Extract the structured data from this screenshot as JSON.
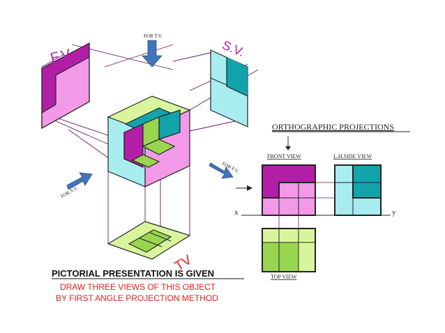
{
  "pictorial": {
    "label_fv": "F.V.",
    "label_sv": "S.V.",
    "label_tv": "TV",
    "arrow_for_tv": "FOR T.V.",
    "arrow_for_sv": "FOR S.V.",
    "arrow_for_fv": "FOR F.V."
  },
  "orthographic": {
    "heading": "ORTHOGRAPHIC PROJECTIONS",
    "front_view_label": "FRONT VIEW",
    "side_view_label": "L.H.SIDE VIEW",
    "top_view_label": "TOP VIEW",
    "axis_x": "x",
    "axis_y": "y"
  },
  "caption": {
    "line1": "PICTORIAL PRESENTATION IS GIVEN",
    "line2": "DRAW THREE VIEWS OF THIS OBJECT",
    "line3": "BY FIRST ANGLE PROJECTION METHOD"
  },
  "colors": {
    "magenta_dark": "#b21fa6",
    "pink": "#f29ae8",
    "pink_light": "#f7b8ef",
    "cyan": "#a8ecf0",
    "cyan_light": "#c4f4f6",
    "teal": "#12a3ab",
    "green_light": "#d8f59d",
    "green": "#99d650",
    "arrow_blue": "#4174b8",
    "caption_red": "#e0201c",
    "label_red": "#e0201c",
    "projector": "#6a1a5c"
  }
}
